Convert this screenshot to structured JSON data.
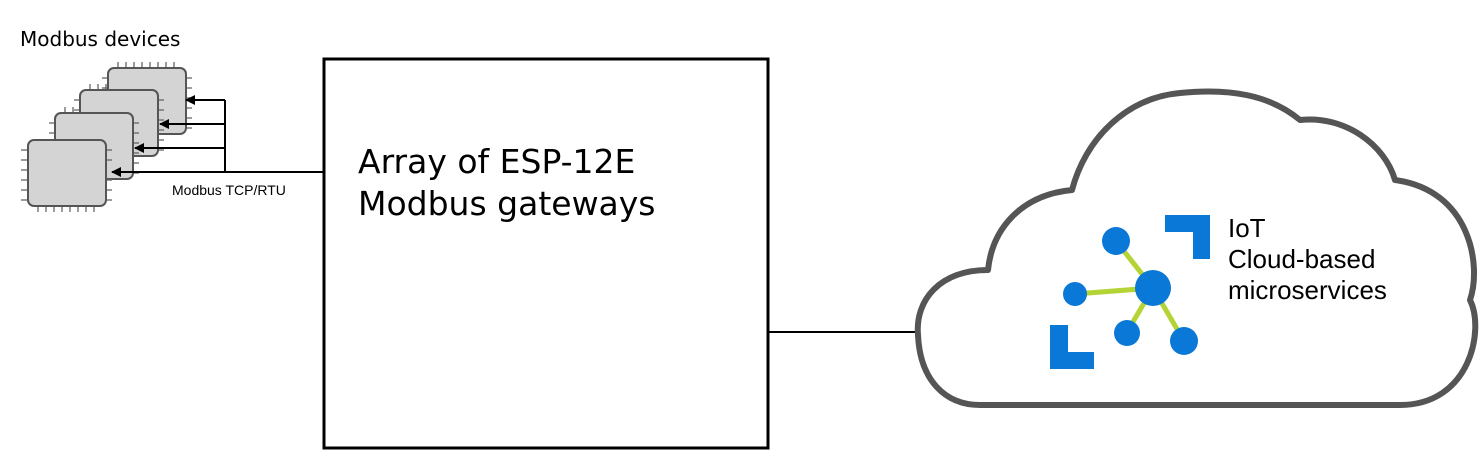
{
  "devices": {
    "label": "Modbus devices"
  },
  "link": {
    "protocol_label": "Modbus TCP/RTU"
  },
  "gateway": {
    "line1": "Array of ESP-12E",
    "line2": "Modbus gateways"
  },
  "cloud": {
    "line1": "IoT",
    "line2": "Cloud-based",
    "line3": "microservices"
  },
  "colors": {
    "chip_fill": "#d4d4d4",
    "chip_stroke": "#555555",
    "cloud_stroke": "#555555",
    "iot_blue": "#0a78d7",
    "iot_link_green": "#b4d334"
  },
  "icons": {
    "chip": "chip-icon",
    "iot_hub": "iot-hub-icon"
  }
}
